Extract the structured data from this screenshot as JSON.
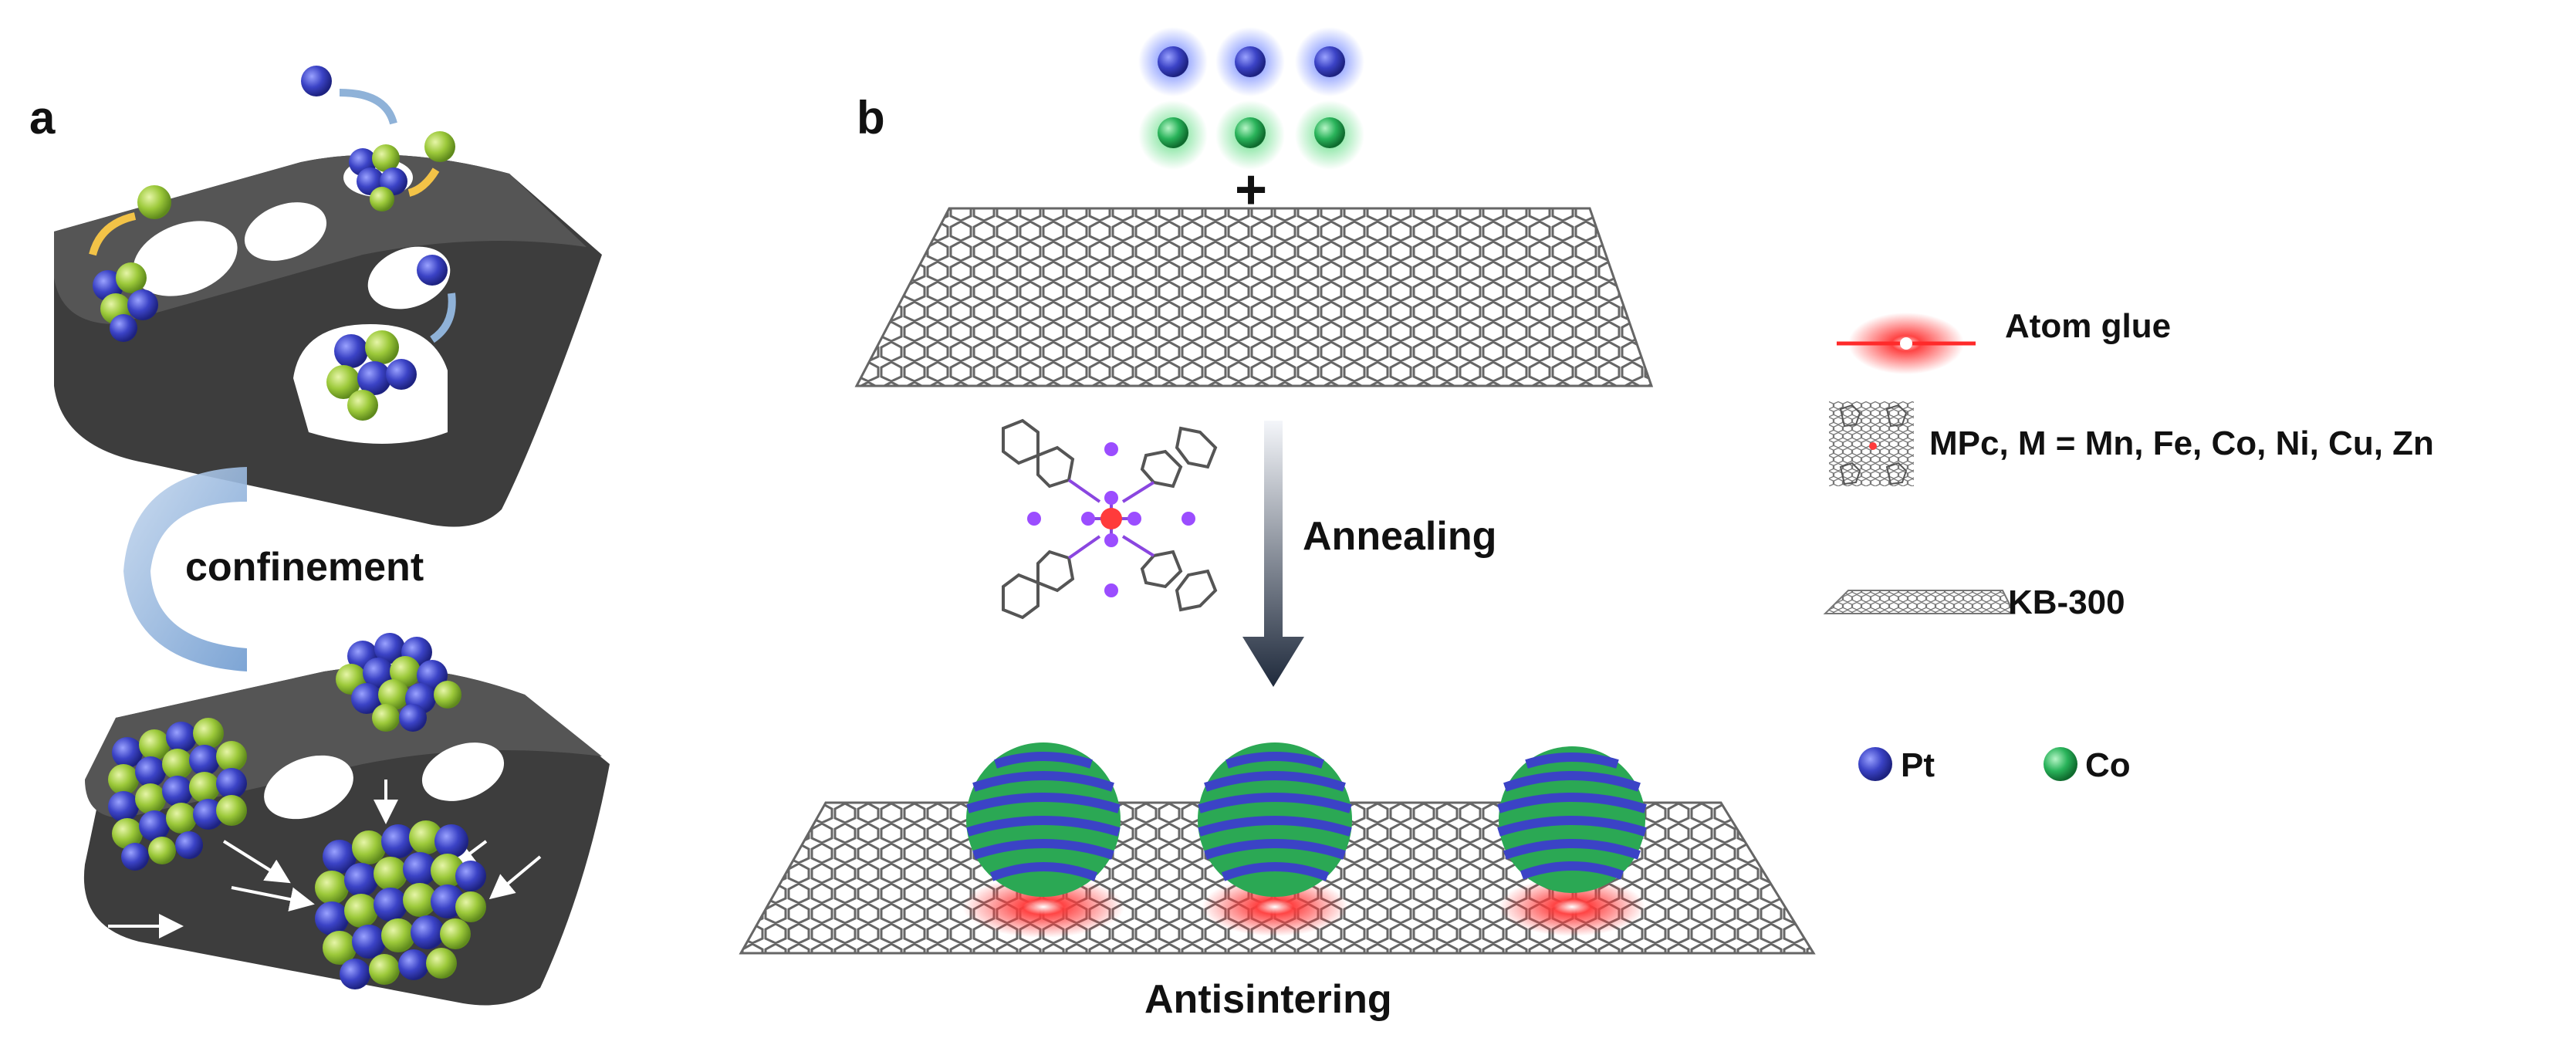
{
  "panel_a": {
    "label": "a",
    "confinement_label": "confinement"
  },
  "panel_b": {
    "label": "b",
    "plus": "+",
    "annealing_label": "Annealing",
    "antisintering_label": "Antisintering"
  },
  "legend": {
    "atom_glue": "Atom glue",
    "mpc": "MPc, M = Mn, Fe, Co, Ni, Cu, Zn",
    "support": "KB-300",
    "pt": "Pt",
    "co": "Co"
  },
  "colors": {
    "pt_blue": "#3b43c6",
    "co_green": "#9cc93a",
    "co_green_b": "#29b35a",
    "carbon_gray": "#555555",
    "atom_glue_red": "#ff2a2a",
    "support_dark": "#3f3f3f",
    "arrow_blue": "#8fb2d8",
    "arrow_yellow": "#f3c347"
  }
}
